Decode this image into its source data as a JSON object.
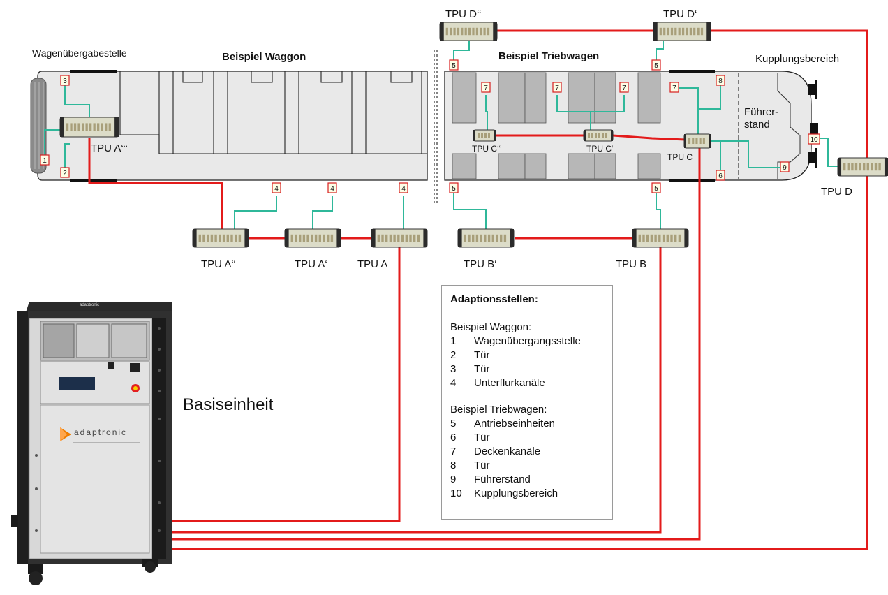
{
  "labels": {
    "wagenuebergabestelle": "Wagenübergabestelle",
    "beispiel_waggon": "Beispiel Waggon",
    "beispiel_triebwagen": "Beispiel Triebwagen",
    "kupplungsbereich": "Kupplungsbereich",
    "fuehrerstand_line1": "Führer-",
    "fuehrerstand_line2": "stand",
    "basiseinheit": "Basiseinheit"
  },
  "tpu_units": {
    "a3": "TPU A‘‘‘",
    "a2": "TPU A‘‘",
    "a1": "TPU A‘",
    "a": "TPU A",
    "b1": "TPU B‘",
    "b": "TPU B",
    "c2": "TPU C‘‘",
    "c1": "TPU C‘",
    "c": "TPU C",
    "d2": "TPU D‘‘",
    "d1": "TPU D‘",
    "d": "TPU D"
  },
  "markers": {
    "m1": "1",
    "m2": "2",
    "m3": "3",
    "m4": "4",
    "m5": "5",
    "m6": "6",
    "m7": "7",
    "m8": "8",
    "m9": "9",
    "m10": "10"
  },
  "legend": {
    "title": "Adaptionsstellen:",
    "group1_title": "Beispiel Waggon:",
    "group1": [
      {
        "num": "1",
        "text": "Wagenübergangsstelle"
      },
      {
        "num": "2",
        "text": "Tür"
      },
      {
        "num": "3",
        "text": "Tür"
      },
      {
        "num": "4",
        "text": "Unterflurkanäle"
      }
    ],
    "group2_title": "Beispiel Triebwagen:",
    "group2": [
      {
        "num": "5",
        "text": "Antriebseinheiten"
      },
      {
        "num": "6",
        "text": "Tür"
      },
      {
        "num": "7",
        "text": "Deckenkanäle"
      },
      {
        "num": "8",
        "text": "Tür"
      },
      {
        "num": "9",
        "text": "Führerstand"
      },
      {
        "num": "10",
        "text": "Kupplungsbereich"
      }
    ]
  },
  "cabinet": {
    "brand_small": "adaptronic",
    "brand_large": "adaptronic"
  },
  "colors": {
    "cable_red": "#e31b1b",
    "adapt_green": "#2fb89a",
    "car_fill": "#e9e9e9",
    "marker_border": "#d81e1e"
  }
}
